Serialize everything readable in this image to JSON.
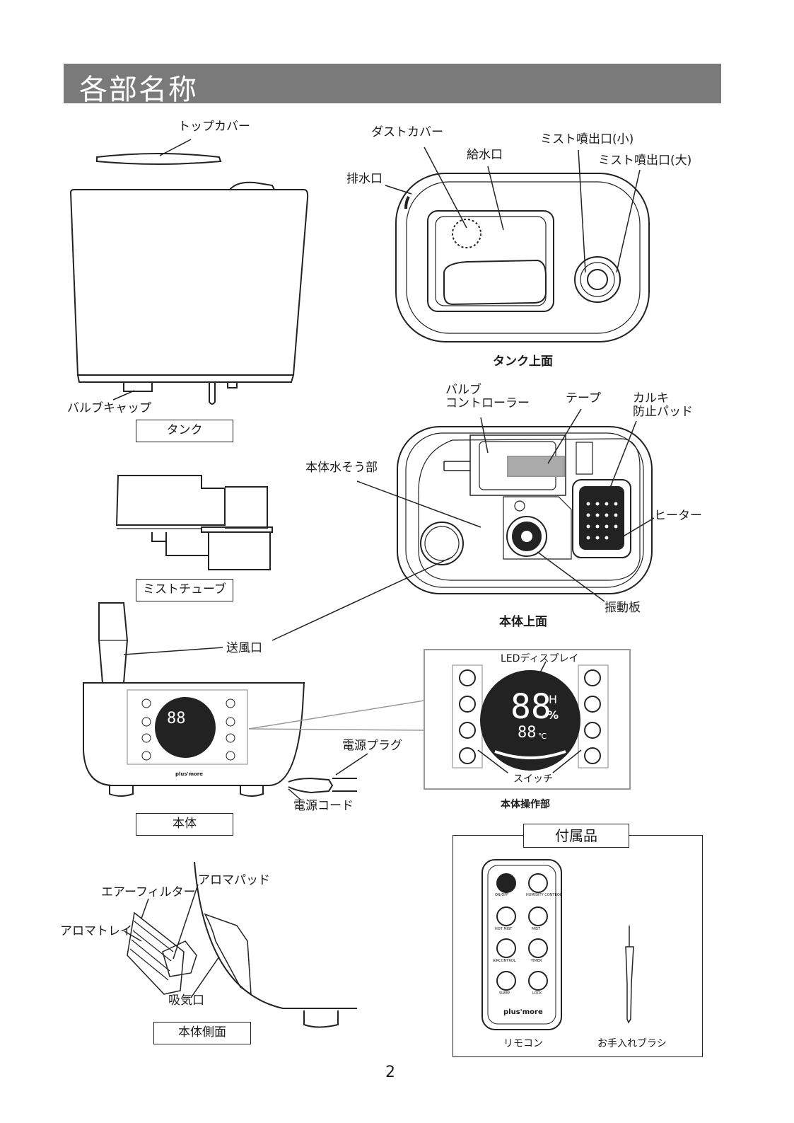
{
  "header": {
    "title": "各部名称"
  },
  "tank": {
    "top_cover": "トップカバー",
    "valve_cap": "バルブキャップ",
    "caption": "タンク"
  },
  "tank_top": {
    "dust_cover": "ダストカバー",
    "water_inlet": "給水口",
    "drain": "排水口",
    "mist_small": "ミスト噴出口(小)",
    "mist_large": "ミスト噴出口(大)",
    "caption": "タンク上面"
  },
  "body_top": {
    "valve_controller": [
      "バルブ",
      "コントローラー"
    ],
    "tape": "テープ",
    "calc_pad": [
      "カルキ",
      "防止パッド"
    ],
    "water_tank_part": "本体水そう部",
    "heater": "ヒーター",
    "vibration_plate": "振動板",
    "caption": "本体上面"
  },
  "mist_tube": {
    "caption": "ミストチューブ"
  },
  "body": {
    "air_outlet": "送風口",
    "power_plug": "電源プラグ",
    "power_cord": "電源コード",
    "brand": "plus'more",
    "caption": "本体"
  },
  "panel": {
    "led_display": "LEDディスプレイ",
    "switch": "スイッチ",
    "readout_big": "88",
    "readout_small": "88",
    "unit_h": "H",
    "unit_pct": "%",
    "unit_c": "℃",
    "caption": "本体操作部"
  },
  "side": {
    "air_filter": "エアーフィルター",
    "aroma_pad": "アロマパッド",
    "aroma_tray": "アロマトレイ",
    "intake": "吸気口",
    "caption": "本体側面"
  },
  "accessories": {
    "title": "付属品",
    "remote": "リモコン",
    "brush": "お手入れブラシ",
    "remote_buttons": [
      "ON/OFF",
      "HUMIDITY CONTROL",
      "HOT MIST",
      "MIST",
      "AIRCONTROL",
      "TIMER",
      "SLEEP",
      "LOCK"
    ],
    "remote_brand": "plus'more"
  },
  "page": {
    "number": "2"
  }
}
